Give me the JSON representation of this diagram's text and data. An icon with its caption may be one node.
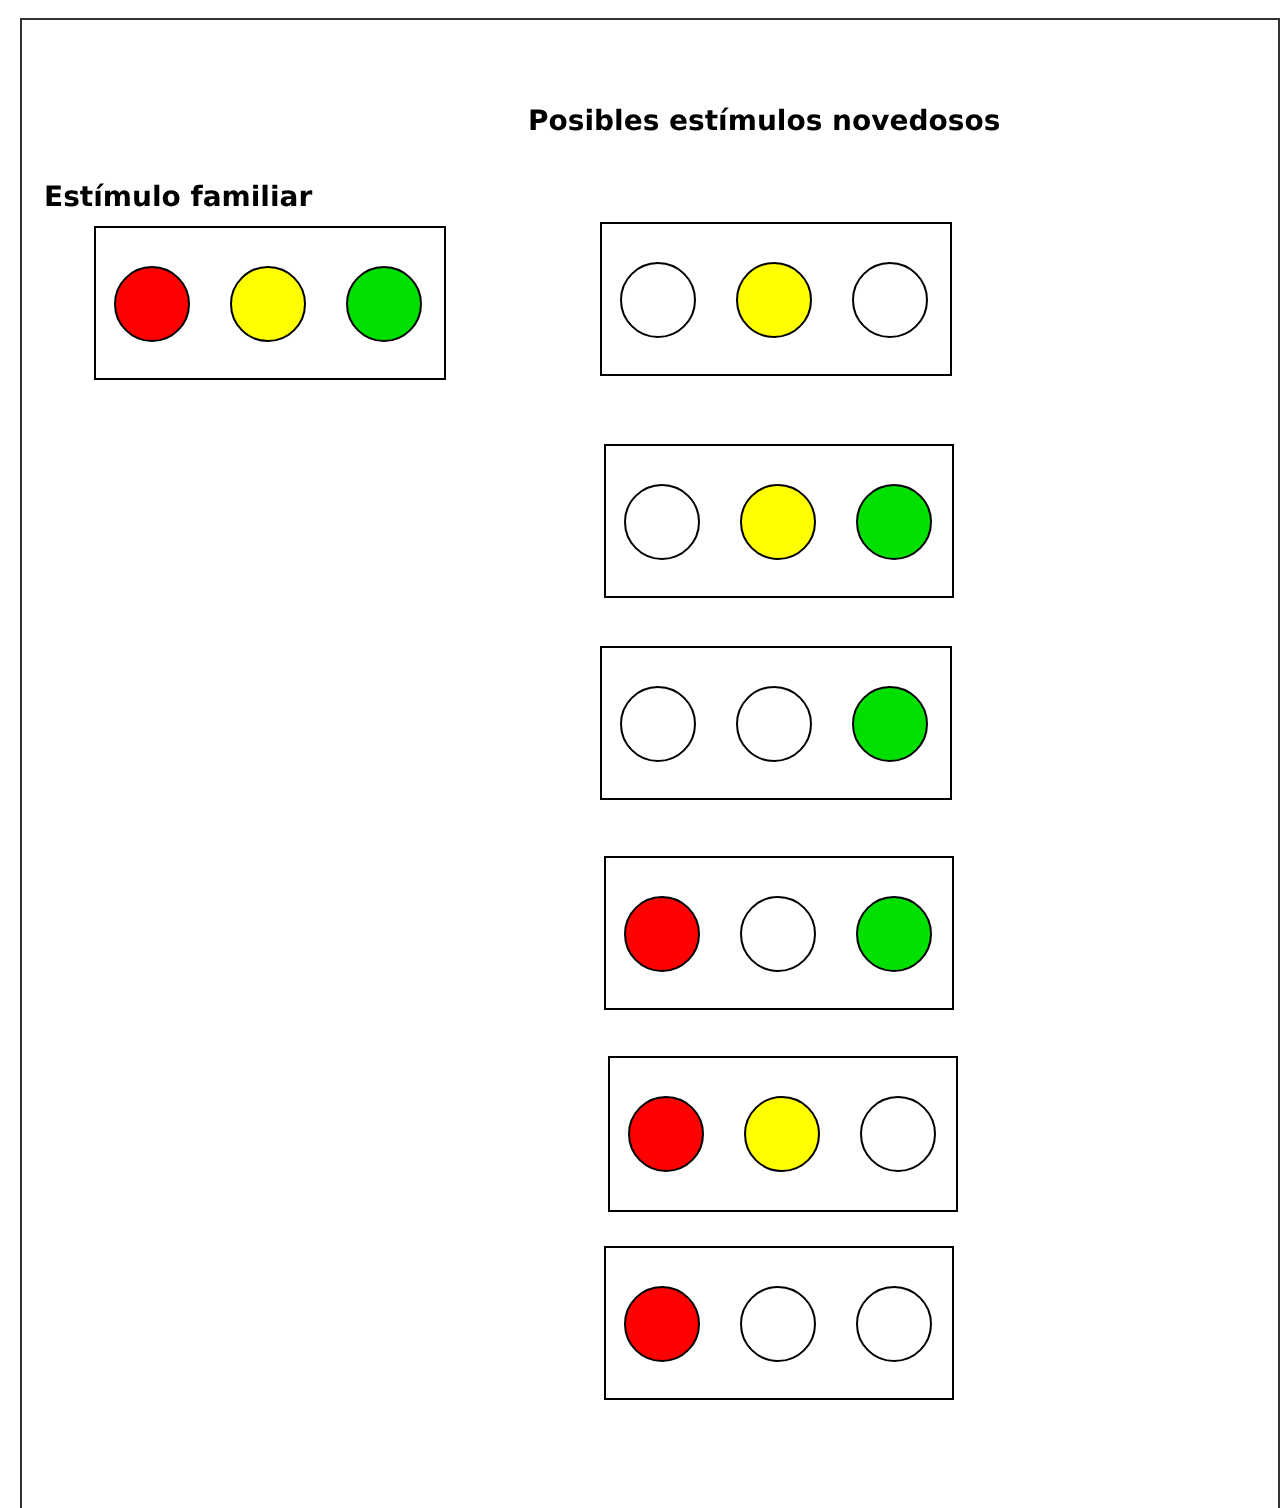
{
  "diagram": {
    "nodes": [
      {
        "text": [],
        "shape": "box"
      },
      {
        "text": [],
        "shape": "circle",
        "in": 0
      },
      {
        "text": [],
        "shape": "circle",
        "in": 0
      },
      {
        "text": [],
        "shape": "circle",
        "in": 0
      },
      {
        "text": [],
        "shape": "box"
      },
      {
        "text": [],
        "shape": "circle",
        "in": 4
      },
      {
        "text": [],
        "shape": "circle",
        "in": 4
      },
      {
        "text": [],
        "shape": "circle",
        "in": 4
      },
      {
        "text": [],
        "shape": "box"
      },
      {
        "text": [],
        "shape": "circle",
        "in": 8
      },
      {
        "text": [],
        "shape": "circle",
        "in": 8
      },
      {
        "text": [],
        "shape": "circle",
        "in": 8
      },
      {
        "text": [],
        "shape": "box"
      },
      {
        "text": [],
        "shape": "circle",
        "in": 12
      },
      {
        "text": [],
        "shape": "circle",
        "in": 12
      },
      {
        "text": [],
        "shape": "circle",
        "in": 12
      },
      {
        "text": [],
        "shape": "box"
      },
      {
        "text": [],
        "shape": "circle",
        "in": 16
      },
      {
        "text": [],
        "shape": "circle",
        "in": 16
      },
      {
        "text": [],
        "shape": "circle",
        "in": 16
      },
      {
        "text": [],
        "shape": "box"
      },
      {
        "text": [],
        "shape": "circle",
        "in": 20
      },
      {
        "text": [],
        "shape": "circle",
        "in": 20
      },
      {
        "text": [],
        "shape": "circle",
        "in": 20
      },
      {
        "text": [],
        "shape": "box"
      },
      {
        "text": [],
        "shape": "circle",
        "in": 24
      },
      {
        "text": [],
        "shape": "circle",
        "in": 24
      },
      {
        "text": [],
        "shape": "circle",
        "in": 24
      }
    ],
    "labels": [
      "Estímulo familiar",
      "Posibles estímulos novedosos"
    ]
  }
}
